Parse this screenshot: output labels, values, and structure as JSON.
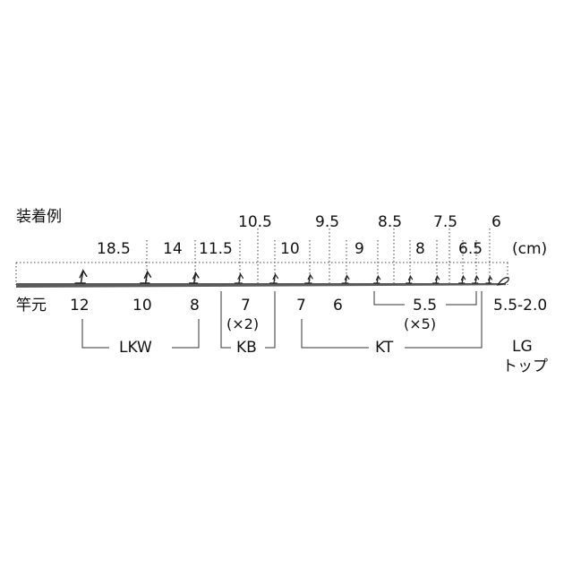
{
  "title": "装着例",
  "unit": "(cm)",
  "top_dims_upper": [
    "10.5",
    "9.5",
    "8.5",
    "7.5",
    "6"
  ],
  "top_dims_lower": [
    "18.5",
    "14",
    "11.5",
    "10",
    "9",
    "8",
    "6.5"
  ],
  "butt_label": "竿元",
  "guide_sizes": [
    "12",
    "10",
    "8",
    "7",
    "7",
    "6",
    "5.5",
    "5.5-2.0"
  ],
  "kb_count": "(×2)",
  "kt_count": "(×5)",
  "groups": {
    "lkw": "LKW",
    "kb": "KB",
    "kt": "KT",
    "lg_line1": "LG",
    "lg_line2": "トップ"
  },
  "colors": {
    "rod": "#5a5a5a",
    "text": "#111111",
    "dotted": "#444444",
    "bracket": "#333333"
  }
}
